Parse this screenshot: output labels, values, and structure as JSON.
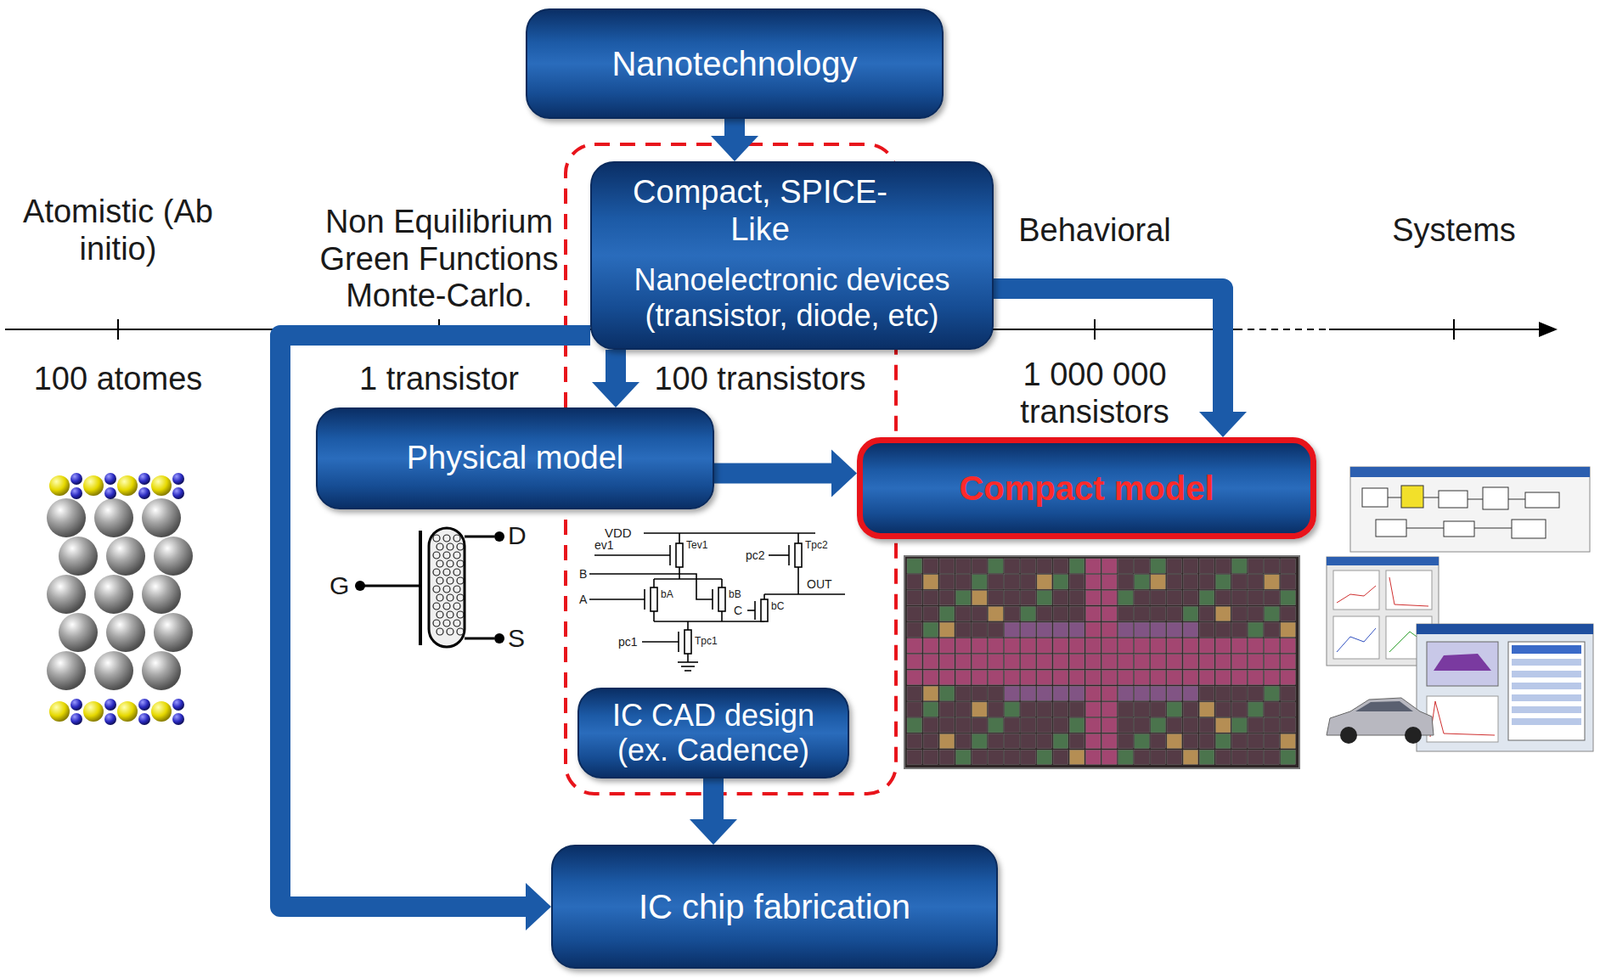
{
  "diagram": {
    "nodes": [
      {
        "text": [
          "Nanotechnology"
        ]
      },
      {
        "text": [
          "Nanoelectronic devices (transistor, diode, etc)"
        ]
      },
      {
        "text": [
          "Physical model"
        ]
      },
      {
        "text": [
          "Compact model"
        ]
      },
      {
        "text": [
          "IC CAD design (ex. Cadence)"
        ]
      },
      {
        "text": [
          "IC chip fabrication"
        ]
      }
    ],
    "edges": [
      {
        "from": 0,
        "to": 1,
        "arrow": "to"
      },
      {
        "from": 1,
        "to": 2,
        "arrow": "to"
      },
      {
        "from": 1,
        "to": 3,
        "arrow": "to"
      },
      {
        "from": 1,
        "to": 5,
        "arrow": "to"
      },
      {
        "from": 2,
        "to": 3,
        "arrow": "to"
      },
      {
        "from": 4,
        "to": 5,
        "arrow": "to"
      }
    ],
    "labels": [
      "Atomistic (Ab initio)",
      "Non Equilibrium Green Functions Monte-Carlo.",
      "Compact, SPICE-Like",
      "Behavioral",
      "Systems",
      "100 atomes",
      "1 transistor",
      "100 transistors",
      "1 000 000 transistors",
      "G",
      "D",
      "S",
      "VDD",
      "ev1",
      "Tev1",
      "pc2",
      "Tpc2",
      "B",
      "OUT",
      "A",
      "bA",
      "bB",
      "C",
      "bC",
      "pc1",
      "Tpc1"
    ]
  }
}
